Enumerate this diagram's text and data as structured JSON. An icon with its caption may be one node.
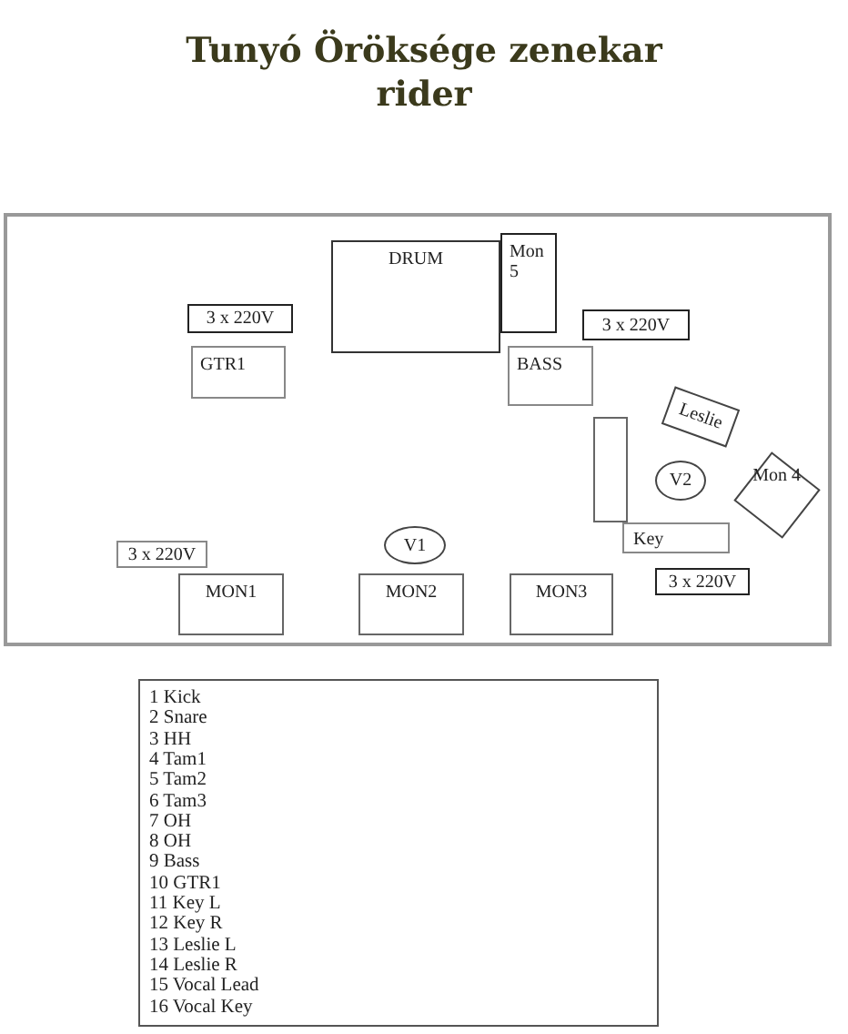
{
  "diagram": {
    "title": "Tunyó Öröksége zenekar rider",
    "nodes": [
      {
        "text": [],
        "shape": "box"
      },
      {
        "text": [
          "DRUM"
        ],
        "in": 0
      },
      {
        "text": [
          "Mon 5"
        ],
        "in": 0
      },
      {
        "text": [
          "3 x 220V"
        ],
        "in": 0
      },
      {
        "text": [
          "3 x 220V"
        ],
        "in": 0
      },
      {
        "text": [
          "GTR1"
        ],
        "in": 0
      },
      {
        "text": [
          "BASS"
        ],
        "in": 0
      },
      {
        "text": [
          "Leslie"
        ],
        "in": 0
      },
      {
        "text": [],
        "shape": "box",
        "in": 0
      },
      {
        "text": [
          "V2"
        ],
        "in": 0
      },
      {
        "text": [
          "Mon 4"
        ],
        "in": 0
      },
      {
        "text": [
          "Key"
        ],
        "in": 0
      },
      {
        "text": [
          "V1"
        ],
        "in": 0
      },
      {
        "text": [
          "3 x 220V"
        ],
        "in": 0
      },
      {
        "text": [
          "3 x 220V"
        ],
        "in": 0
      },
      {
        "text": [
          "MON1"
        ],
        "in": 0
      },
      {
        "text": [
          "MON2"
        ],
        "in": 0
      },
      {
        "text": [
          "MON3"
        ],
        "in": 0
      },
      {
        "text": [
          "1 Kick",
          "2 Snare",
          "3 HH",
          "4 Tam1",
          "5 Tam2",
          "6 Tam3",
          "7 OH",
          "8 OH",
          "9 Bass",
          "10 GTR1",
          "11 Key L",
          "12 Key R",
          "13 Leslie L",
          "14 Leslie R",
          "15 Vocal Lead",
          "16 Vocal Key"
        ]
      }
    ]
  }
}
